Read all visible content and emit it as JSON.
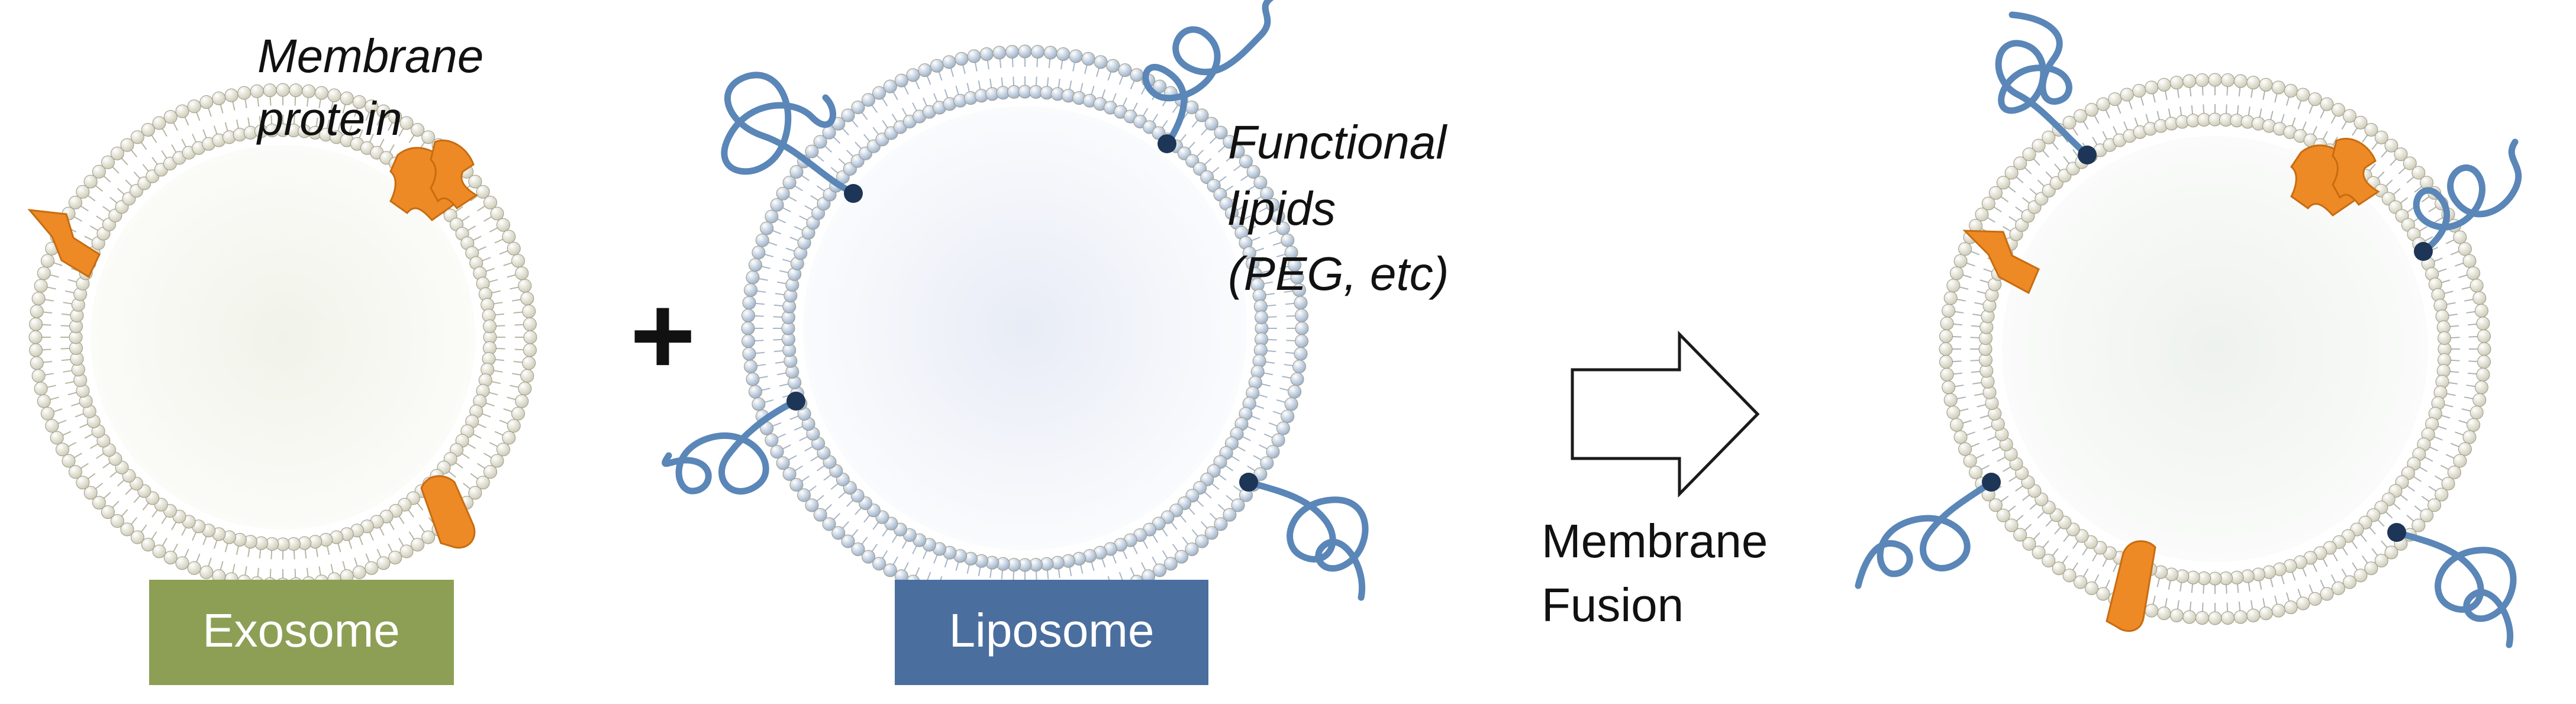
{
  "annotations": {
    "membrane_protein_line1": "Membrane",
    "membrane_protein_line2": "protein",
    "functional_lipids_line1": "Functional",
    "functional_lipids_line2": "lipids",
    "functional_lipids_line3": "(PEG, etc)",
    "plus_sign": "+",
    "fusion_line1": "Membrane",
    "fusion_line2": "Fusion"
  },
  "labels": {
    "exosome": "Exosome",
    "liposome": "Liposome"
  },
  "colors": {
    "exosome_box": "#8c9f55",
    "liposome_box": "#4a6e9e",
    "exosome_lipid": "#ecebdc",
    "liposome_lipid": "#c9d6e6",
    "protein": "#ed8a25",
    "peg_polymer": "#5a86b8",
    "anchor_dot": "#1d3556"
  },
  "icons": {
    "arrow": "right-outline-arrow-icon"
  }
}
